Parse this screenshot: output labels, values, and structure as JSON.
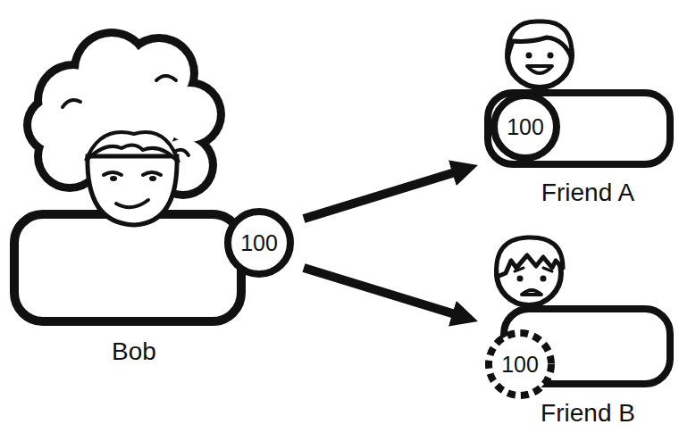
{
  "diagram": {
    "nodes": [
      {
        "text": [
          "Bob"
        ]
      },
      {
        "text": [
          "100"
        ],
        "in": 0
      },
      {
        "text": [
          "Friend A"
        ]
      },
      {
        "text": [
          "100"
        ],
        "in": 2
      },
      {
        "text": [
          "Friend B"
        ]
      },
      {
        "text": [
          "100"
        ],
        "in": 4
      }
    ],
    "edges": [
      {
        "from": 0,
        "to": 2,
        "arrow": "to"
      },
      {
        "from": 0,
        "to": 4,
        "arrow": "to"
      }
    ]
  }
}
